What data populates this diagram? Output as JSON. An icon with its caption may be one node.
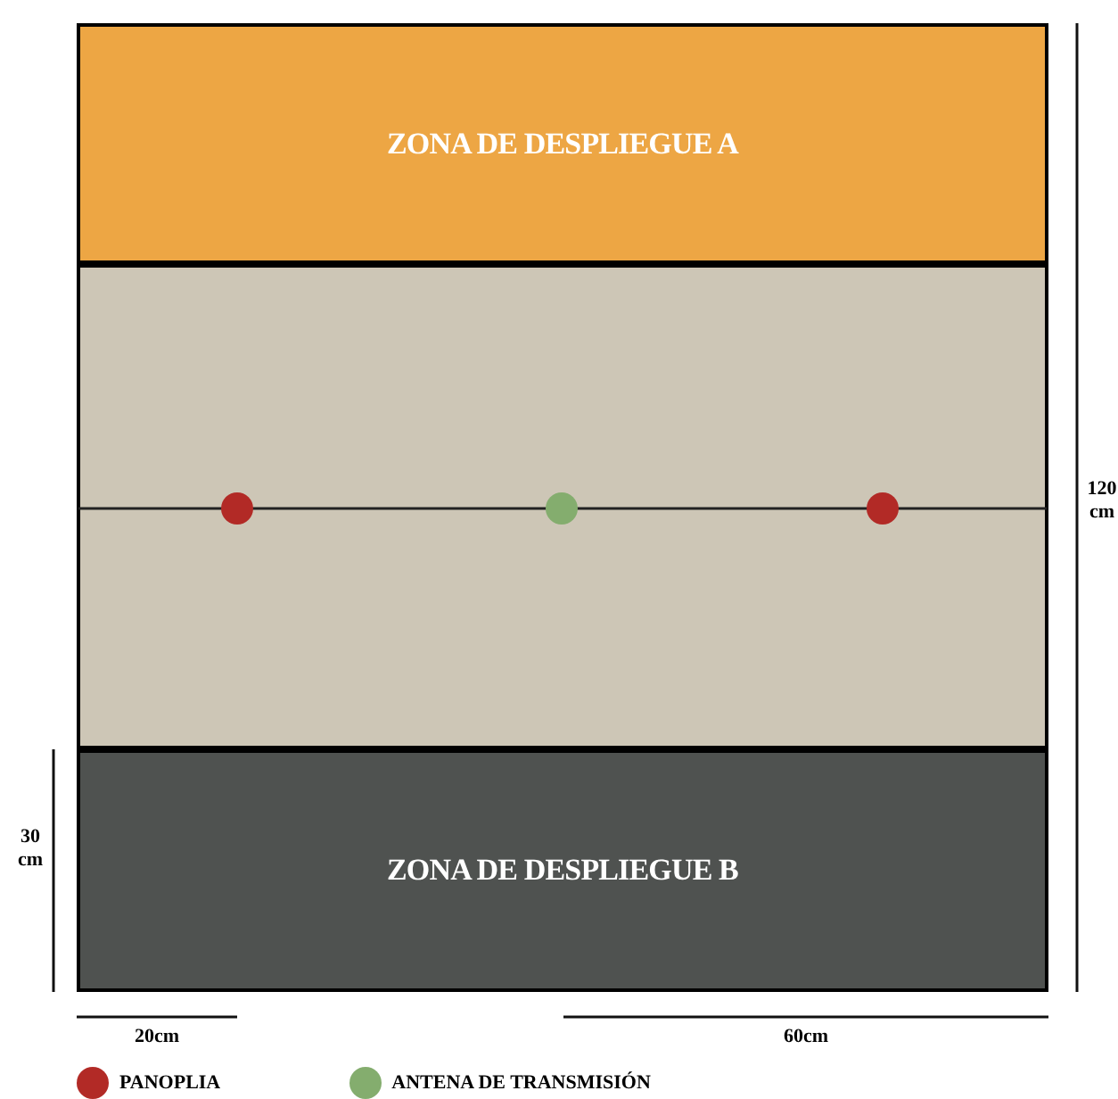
{
  "diagram": {
    "nodes": [
      {
        "text": [
          "ZONA DE DESPLIEGUE A"
        ]
      },
      {
        "text": [],
        "shape": "box"
      },
      {
        "text": [
          "ZONA DE DESPLIEGUE B"
        ]
      }
    ],
    "labels": [
      "120 cm",
      "30 cm",
      "20cm",
      "60cm"
    ],
    "legend": [
      {
        "text": "PANOPLIA",
        "color": "#b22a26"
      },
      {
        "text": "ANTENA DE TRANSMISIÓN",
        "color": "#84ad6e"
      }
    ]
  }
}
